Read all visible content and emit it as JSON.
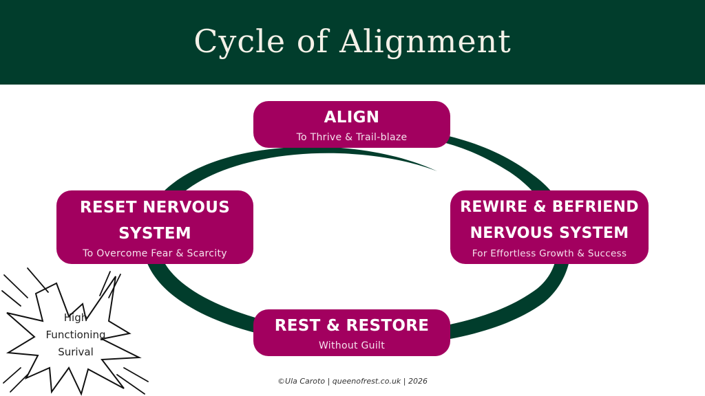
{
  "header": {
    "title": "Cycle of Alignment"
  },
  "colors": {
    "header_bg": "#013d2c",
    "ring": "#013d2c",
    "node_bg": "#a2005f",
    "text_light": "#ffffff"
  },
  "cycle": {
    "nodes": [
      {
        "id": "align",
        "heading": "ALIGN",
        "subtitle": "To Thrive & Trail-blaze"
      },
      {
        "id": "rewire",
        "heading_lines": [
          "REWIRE & BEFRIEND",
          "NERVOUS SYSTEM"
        ],
        "subtitle": "For Effortless Growth & Success"
      },
      {
        "id": "rest",
        "heading": "REST & RESTORE",
        "subtitle": "Without Guilt"
      },
      {
        "id": "reset",
        "heading_lines": [
          "RESET NERVOUS",
          "SYSTEM"
        ],
        "subtitle": "To Overcome Fear & Scarcity"
      }
    ]
  },
  "burst": {
    "lines": [
      "High",
      "Functioning",
      "Surival"
    ]
  },
  "footer": {
    "credit": "©Ula Caroto | queenofrest.co.uk | 2026"
  }
}
